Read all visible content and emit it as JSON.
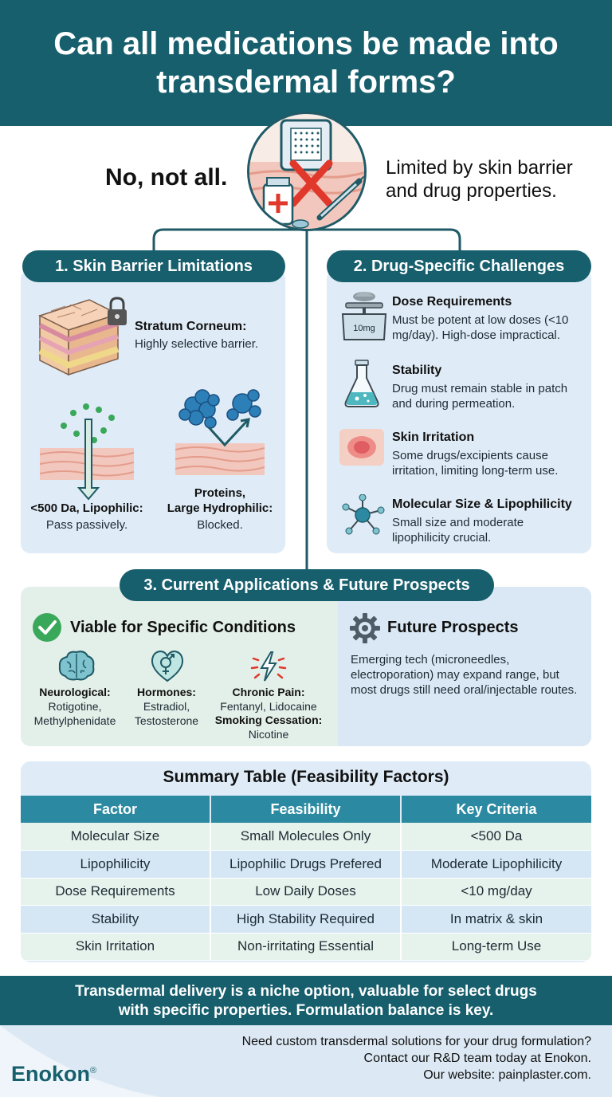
{
  "header": {
    "title": "Can all medications be made into transdermal forms?"
  },
  "intro": {
    "answer": "No, not all.",
    "limitation": "Limited by skin barrier and drug properties."
  },
  "section1": {
    "title": "1. Skin Barrier Limitations",
    "stratum_title": "Stratum Corneum:",
    "stratum_text": "Highly selective barrier.",
    "small_title": "<500 Da, Lipophilic:",
    "small_text": "Pass passively.",
    "large_title_1": "Proteins,",
    "large_title_2": "Large Hydrophilic:",
    "large_text": "Blocked."
  },
  "section2": {
    "title": "2. Drug-Specific Challenges",
    "items": [
      {
        "icon": "scale-icon",
        "title": "Dose Requirements",
        "text": "Must be potent at low doses (<10 mg/day). High-dose impractical.",
        "badge": "10mg"
      },
      {
        "icon": "flask-icon",
        "title": "Stability",
        "text": "Drug must remain stable in patch and during permeation."
      },
      {
        "icon": "irritation-icon",
        "title": "Skin Irritation",
        "text": "Some drugs/excipients cause irritation, limiting long-term use."
      },
      {
        "icon": "molecule-icon",
        "title": "Molecular Size & Lipophilicity",
        "text": "Small size and moderate lipophilicity crucial."
      }
    ]
  },
  "section3": {
    "title": "3. Current Applications & Future Prospects",
    "viable_title": "Viable for Specific Conditions",
    "neuro_title": "Neurological:",
    "neuro_text_1": "Rotigotine,",
    "neuro_text_2": "Methylphenidate",
    "hormone_title": "Hormones:",
    "hormone_text_1": "Estradiol,",
    "hormone_text_2": "Testosterone",
    "pain_title": "Chronic Pain:",
    "pain_text": "Fentanyl, Lidocaine",
    "smoking_title": "Smoking Cessation:",
    "smoking_text": "Nicotine",
    "future_title": "Future Prospects",
    "future_text": "Emerging tech (microneedles, electroporation) may expand range, but most drugs still need oral/injectable routes."
  },
  "summary": {
    "title": "Summary Table (Feasibility Factors)",
    "columns": [
      "Factor",
      "Feasibility",
      "Key Criteria"
    ],
    "rows": [
      [
        "Molecular Size",
        "Small Molecules Only",
        "<500 Da"
      ],
      [
        "Lipophilicity",
        "Lipophilic Drugs Prefered",
        "Moderate Lipophilicity"
      ],
      [
        "Dose Requirements",
        "Low Daily Doses",
        "<10 mg/day"
      ],
      [
        "Stability",
        "High Stability Required",
        "In matrix & skin"
      ],
      [
        "Skin Irritation",
        "Non-irritating Essential",
        "Long-term Use"
      ]
    ]
  },
  "conclusion": {
    "line1": "Transdermal delivery is a niche option, valuable for select drugs",
    "line2": "with specific properties. Formulation balance is key."
  },
  "footer": {
    "contact_1": "Need custom transdermal solutions for your drug formulation?",
    "contact_2": "Contact our R&D team today at Enokon.",
    "contact_3": "Our website: painplaster.com.",
    "logo": "Enokon",
    "logo_mark": "®"
  },
  "colors": {
    "teal_dark": "#175f6d",
    "teal_mid": "#2b8aa1",
    "panel_blue": "#dfecf7",
    "panel_green": "#e3efe9",
    "check_green": "#3aa85a"
  }
}
